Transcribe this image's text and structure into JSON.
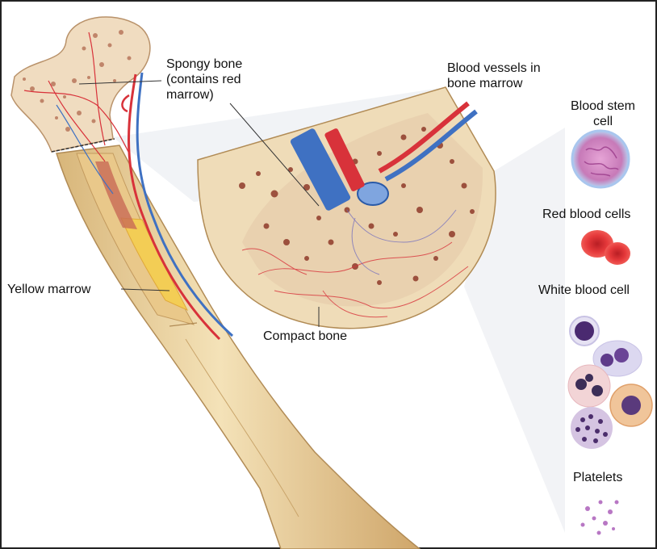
{
  "labels": {
    "spongy_line1": "Spongy bone",
    "spongy_line2": "(contains red",
    "spongy_line3": "marrow)",
    "vessels_line1": "Blood vessels in",
    "vessels_line2": "bone marrow",
    "stem_line1": "Blood stem",
    "stem_line2": "cell",
    "red_cells": "Red blood cells",
    "white_cells": "White blood cell",
    "yellow_marrow": "Yellow marrow",
    "compact_bone": "Compact bone",
    "platelets": "Platelets"
  },
  "colors": {
    "bone": "#eed9ad",
    "bone_shade": "#d9bb82",
    "spongy": "#b0694e",
    "artery": "#d8323a",
    "vein": "#3f71c2",
    "marrow_yellow": "#f3cd55",
    "stem_cell": "#d78ac4",
    "red_cell": "#e0302e",
    "white_cell": "#7a4a9a",
    "platelet": "#b877c4"
  }
}
